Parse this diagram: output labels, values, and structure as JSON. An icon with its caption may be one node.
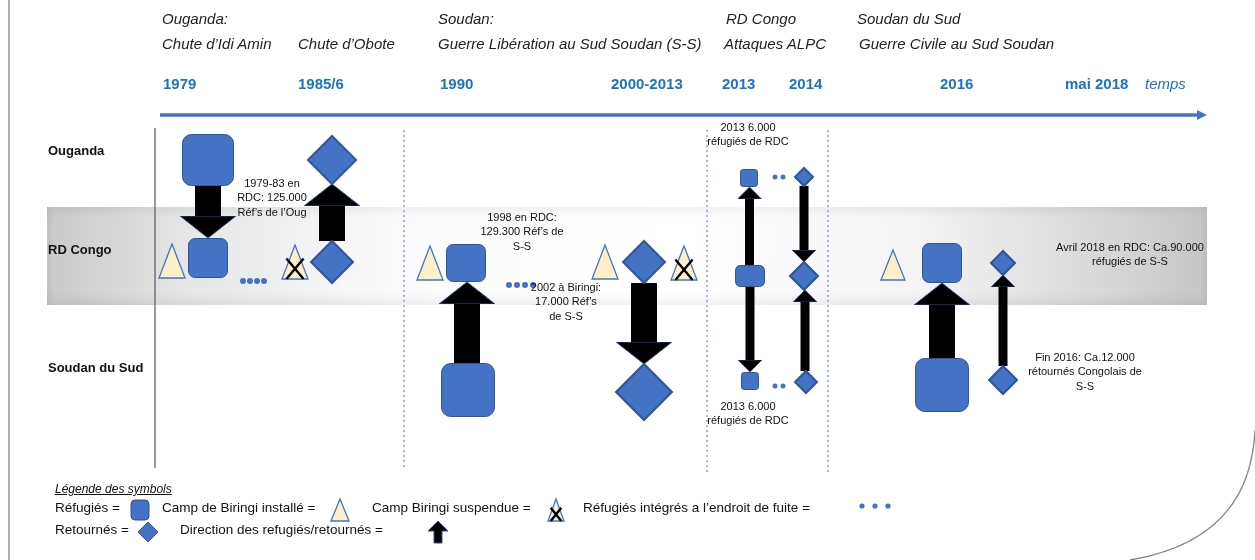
{
  "diagram": {
    "nodes": [
      {
        "text": [],
        "shape": "square"
      },
      {
        "text": [],
        "shape": "square"
      },
      {
        "text": [],
        "shape": "diamond"
      },
      {
        "text": [],
        "shape": "diamond"
      },
      {
        "text": [],
        "shape": "square",
        "beside": [
          "1998 en RDC: 129.300 Réf’s de S-S"
        ]
      },
      {
        "text": [],
        "shape": "square"
      },
      {
        "text": [],
        "shape": "diamond"
      },
      {
        "text": [],
        "shape": "diamond"
      },
      {
        "text": [],
        "shape": "square",
        "beside": [
          "2013 6.000 réfugiés de RDC"
        ]
      },
      {
        "text": [],
        "shape": "square"
      },
      {
        "text": [],
        "shape": "square",
        "beside": [
          "2013 6.000 réfugiés de RDC"
        ]
      },
      {
        "text": [],
        "shape": "diamond"
      },
      {
        "text": [],
        "shape": "diamond"
      },
      {
        "text": [],
        "shape": "diamond"
      },
      {
        "text": [],
        "shape": "square"
      },
      {
        "text": [],
        "shape": "square"
      },
      {
        "text": [],
        "shape": "diamond"
      },
      {
        "text": [],
        "shape": "diamond",
        "beside": [
          "Fin 2016: Ca.12.000 rétournés Congolais de S-S"
        ]
      }
    ],
    "edges": [
      {
        "from": 0,
        "to": 1,
        "arrow": "to",
        "style": "thick"
      },
      {
        "from": 3,
        "to": 2,
        "arrow": "to",
        "style": "thick"
      },
      {
        "from": 5,
        "to": 4,
        "arrow": "to",
        "style": "thick"
      },
      {
        "from": 6,
        "to": 7,
        "arrow": "to",
        "style": "thick"
      },
      {
        "from": 9,
        "to": 8,
        "arrow": "to"
      },
      {
        "from": 9,
        "to": 10,
        "arrow": "to"
      },
      {
        "from": 11,
        "to": 12,
        "arrow": "to"
      },
      {
        "from": 13,
        "to": 12,
        "arrow": "to"
      },
      {
        "from": 15,
        "to": 14,
        "arrow": "to",
        "style": "thick"
      },
      {
        "from": 17,
        "to": 16,
        "arrow": "to"
      }
    ],
    "labels": [
      "Ouganda:",
      "Chute d’Idi Amin",
      "Chute d’Obote",
      "Soudan:",
      "Guerre Libération au Sud Soudan (S-S)",
      "RD Congo",
      "Attaques ALPC",
      "Soudan du Sud",
      "Guerre Civile au Sud Soudan",
      "1979",
      "1985/6",
      "1990",
      "2000-2013",
      "2013",
      "2014",
      "2016",
      "mai 2018",
      "temps",
      "Ouganda",
      "RD Congo",
      "Soudan du Sud",
      "1979-83 en RDC: 125.000 Réf’s de l’Oug",
      "2002 à Biringi: 17.000 Réf’s de S-S",
      "Avril 2018 en RDC: Ca.90.000 réfugiés de S-S",
      "Légende des symbols"
    ],
    "legend": [
      {
        "text": "Réfugiés ="
      },
      {
        "text": "Camp de Biringi installé ="
      },
      {
        "text": "Camp Biringi suspendue ="
      },
      {
        "text": "Réfugiés intégrés a l’endroit de fuite ="
      },
      {
        "text": "Retournés ="
      },
      {
        "text": "Direction des refugiés/retournés ="
      }
    ]
  }
}
